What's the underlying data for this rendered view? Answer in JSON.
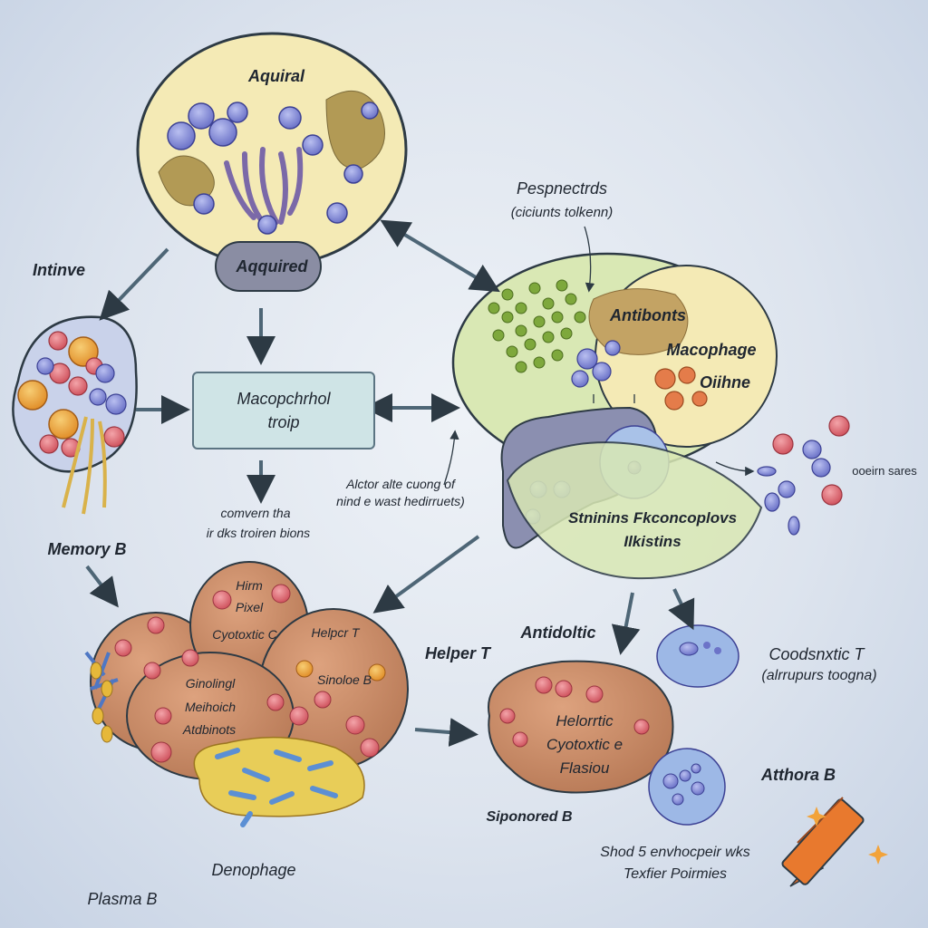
{
  "labels": {
    "aquiral": "Aquiral",
    "aquired_badge": "Aqquired",
    "intinve": "Intinve",
    "memory_b": "Memory B",
    "box_line1": "Macopchrhol",
    "box_line2": "troip",
    "convern_line1": "comvern tha",
    "convern_line2": "ir dks troiren bions",
    "memory_cells": [
      "Hirm",
      "Pixel",
      "Cyotoxtic C",
      "Helpcr T",
      "Sinoloe B",
      "Ginolingl",
      "Meihoich",
      "Atdbinots"
    ],
    "denophage": "Denophage",
    "plasma_b": "Plasma B",
    "pespnectrds": "Pespnectrds",
    "pespnectrds_sub": "(ciciunts tolkenn)",
    "antibonts": "Antibonts",
    "macophage": "Macophage",
    "oiihne": "Oiihne",
    "alctor_line1": "Alctor alte cuong of",
    "alctor_line2": "nind e wast hedirruets)",
    "stninins_line1": "Stninins Fkconcoplovs",
    "stninins_line2": "Ilkistins",
    "ooein_sares": "ooeirn sares",
    "antidoltic": "Antidoltic",
    "helper_t": "Helper T",
    "helorrtic_line1": "Helorrtic",
    "helorrtic_line2": "Cyotoxtic e",
    "helorrtic_line3": "Flasiou",
    "coodsnxtic_t": "Coodsnxtic T",
    "coodsnxtic_sub": "(alrrupurs toogna)",
    "atthora_b": "Atthora B",
    "siponored_b": "Siponored B",
    "shod_line1": "Shod 5 envhocpeir wks",
    "shod_line2": "Texfier Poirmies"
  },
  "icons": [
    "crayon-icon",
    "sparkle-icon"
  ],
  "colors": {
    "background": "#dde4ee",
    "yellow_cell": "#f4eab5",
    "green_cell": "#d9e8b4",
    "blue_cell": "#8d94dc",
    "red_cell": "#e2707a",
    "orange_cell": "#e8a33a",
    "brown_cluster": "#c98f6d",
    "box_fill": "#cfe4e6",
    "arrow": "#4e6676",
    "crayon": "#e8792e"
  }
}
